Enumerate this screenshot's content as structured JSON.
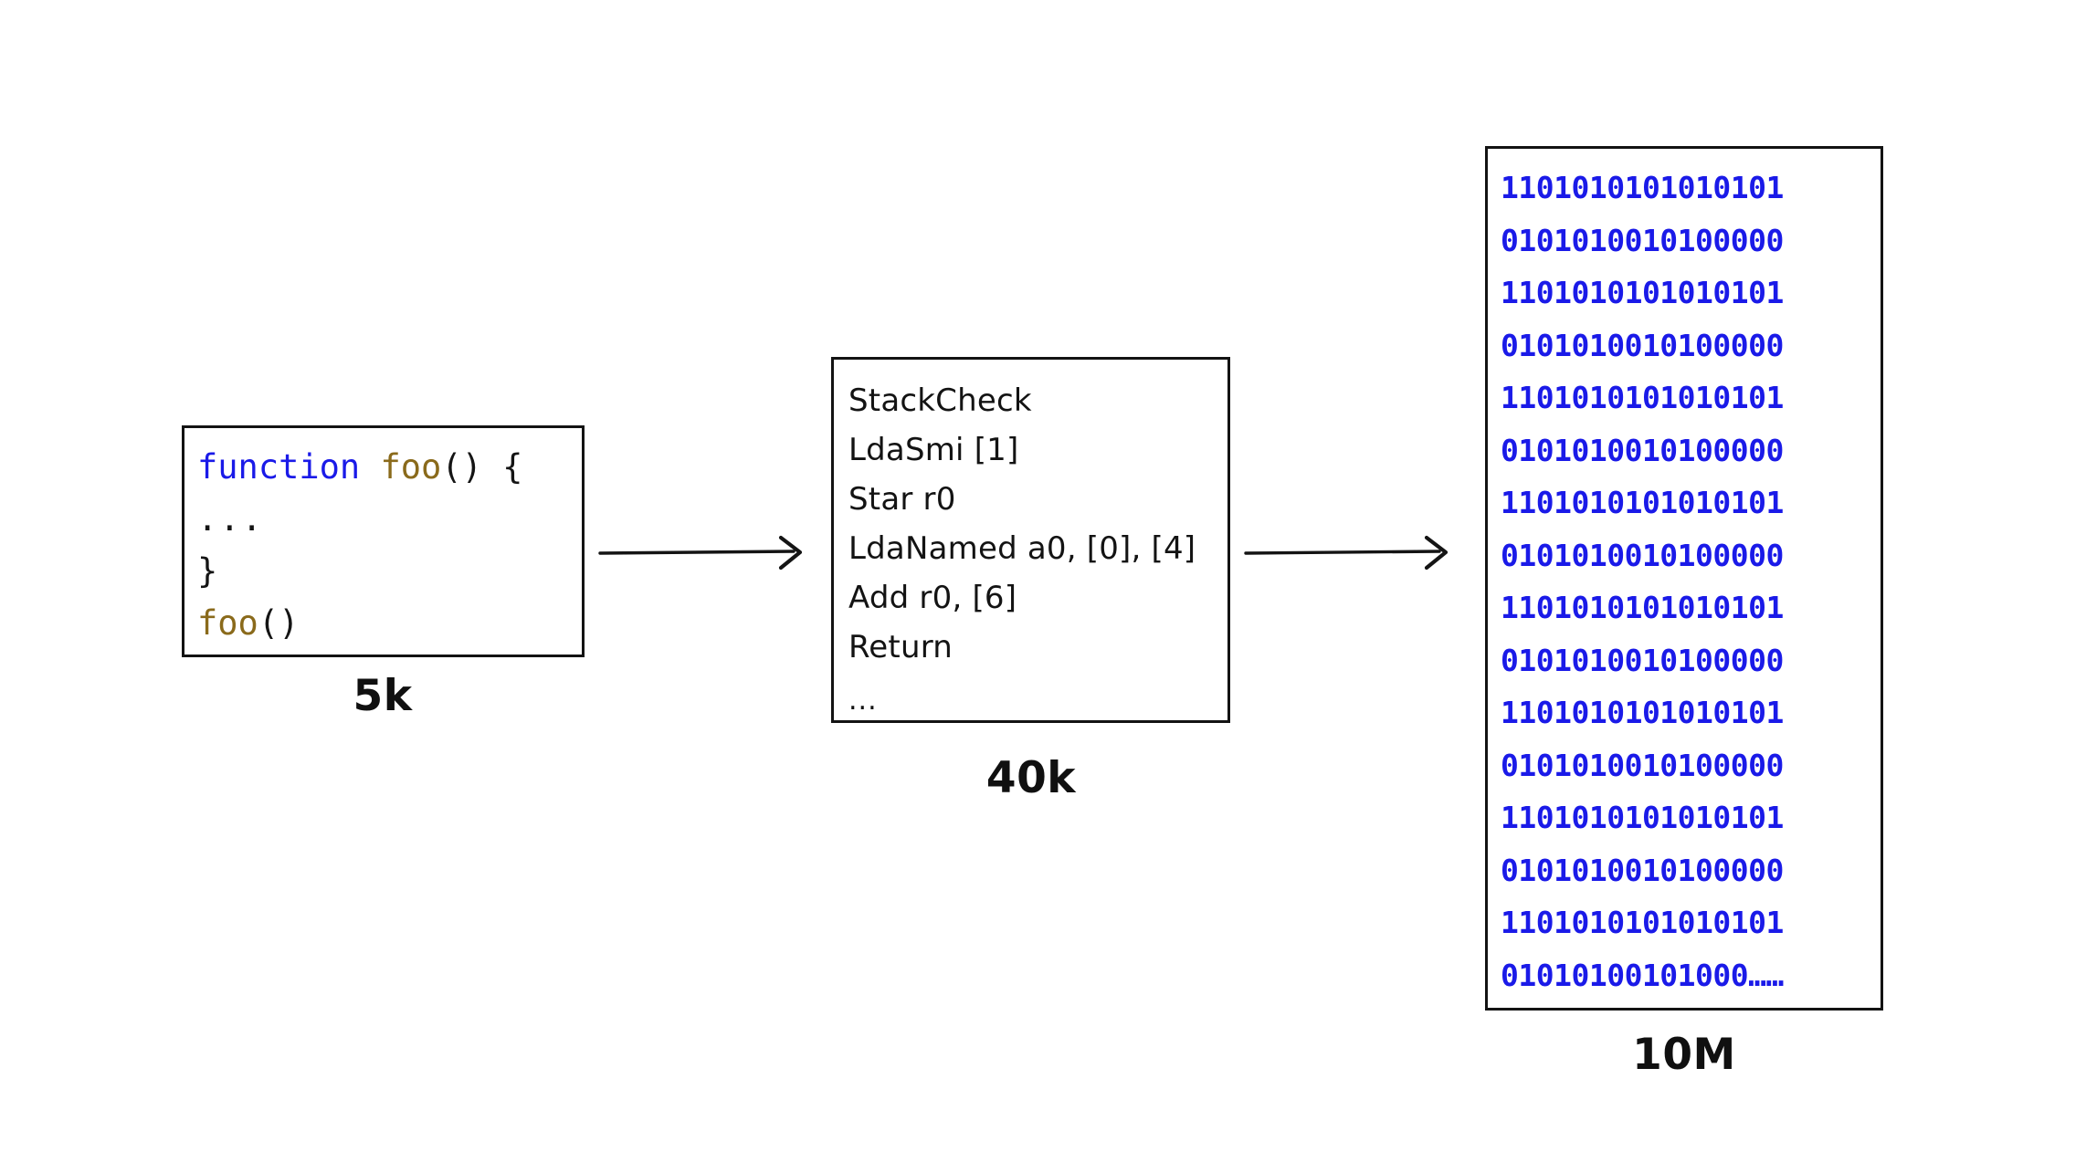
{
  "diagram": {
    "title": "JavaScript compilation pipeline memory sizes",
    "accent_blue": "#1a1ae8",
    "accent_gold": "#8a6a1b",
    "ink": "#131313",
    "background": "#ffffff"
  },
  "source_node": {
    "name": "source-code",
    "size_label": "5k",
    "lines": [
      {
        "keyword": "function",
        "space": " ",
        "fname": "foo",
        "punct": "() {"
      }
    ],
    "dots": "...",
    "closing_brace": "}",
    "call_fname": "foo",
    "call_punct": "()"
  },
  "bytecode_node": {
    "name": "bytecode",
    "size_label": "40k",
    "instructions": [
      "StackCheck",
      "LdaSmi [1]",
      "Star r0",
      "LdaNamed a0, [0], [4]",
      "Add r0, [6]",
      "Return"
    ],
    "ellipsis": "..."
  },
  "binary_node": {
    "name": "machine-code",
    "size_label": "10M",
    "rows": [
      "1101010101010101",
      "0101010010100000",
      "1101010101010101",
      "0101010010100000",
      "1101010101010101",
      "0101010010100000",
      "1101010101010101",
      "0101010010100000",
      "1101010101010101",
      "0101010010100000",
      "1101010101010101",
      "0101010010100000",
      "1101010101010101",
      "0101010010100000",
      "1101010101010101",
      "01010100101000……"
    ]
  },
  "arrows": [
    {
      "name": "arrow-source-to-bytecode",
      "from": "source-code",
      "to": "bytecode"
    },
    {
      "name": "arrow-bytecode-to-binary",
      "from": "bytecode",
      "to": "machine-code"
    }
  ]
}
